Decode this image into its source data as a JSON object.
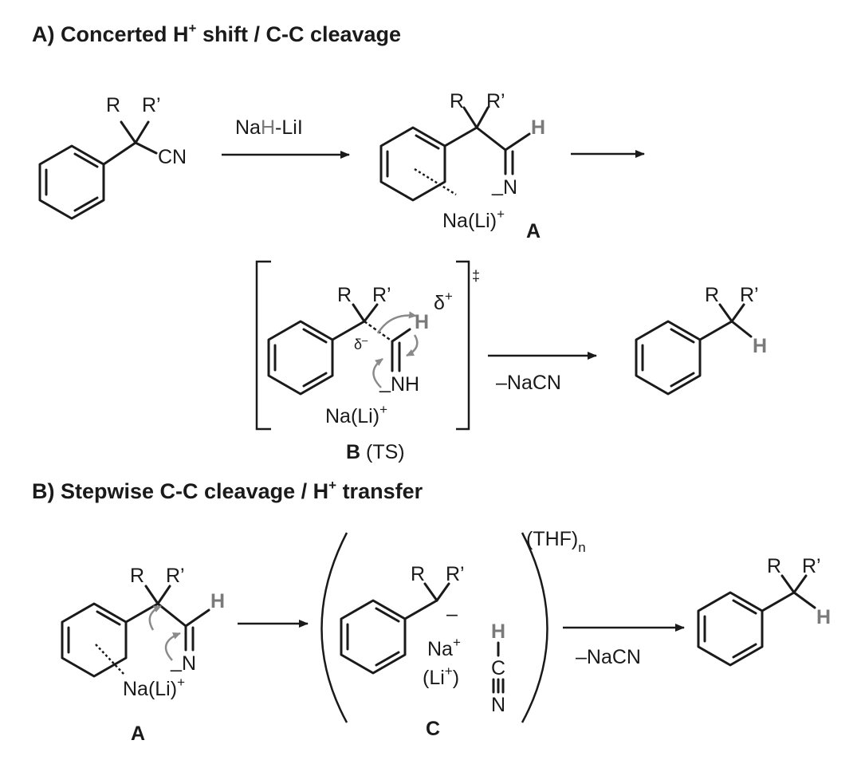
{
  "section_a": {
    "heading": "A) Concerted H",
    "heading_sup": "+",
    "heading_rest": " shift / C-C cleavage",
    "reagent_pre": "Na",
    "reagent_h": "H",
    "reagent_post": "-LiI",
    "substrate": {
      "r": "R",
      "rp": "R’",
      "cn": "CN"
    },
    "intermediate_a": {
      "r": "R",
      "rp": "R’",
      "h": "H",
      "n": "N",
      "minus": "_",
      "metal": "Na(Li)",
      "metal_sup": "+",
      "label": "A"
    },
    "ts_b": {
      "r": "R",
      "rp": "R’",
      "h": "H",
      "delta_plus": "δ",
      "delta_plus_sup": "+",
      "delta_minus": "δ",
      "delta_minus_sup": "–",
      "nh": "NH",
      "minus": "_",
      "metal": "Na(Li)",
      "metal_sup": "+",
      "dagger": "‡",
      "label": "B",
      "label_rest": " (TS)"
    },
    "loss": "–NaCN",
    "product": {
      "r": "R",
      "rp": "R’",
      "h": "H"
    }
  },
  "section_b": {
    "heading": "B) Stepwise C-C cleavage / H",
    "heading_sup": "+",
    "heading_rest": " transfer",
    "intermediate_a": {
      "r": "R",
      "rp": "R’",
      "h": "H",
      "n": "N",
      "minus": "_",
      "metal": "Na(Li)",
      "metal_sup": "+",
      "label": "A"
    },
    "complex_c": {
      "r": "R",
      "rp": "R’",
      "minus": "–",
      "na": "Na",
      "na_sup": "+",
      "li_open": "(Li",
      "li_sup": "+",
      "li_close": ")",
      "hcn_h": "H",
      "hcn_c": "C",
      "hcn_n": "N",
      "solvent": "(THF)",
      "solvent_sub": "n",
      "label": "C"
    },
    "loss": "–NaCN",
    "product": {
      "r": "R",
      "rp": "R’",
      "h": "H"
    }
  },
  "colors": {
    "ink": "#1a1a1a",
    "highlight_h": "#7a7a7a",
    "curly_arrow": "#8a8a8a",
    "background": "#ffffff"
  }
}
